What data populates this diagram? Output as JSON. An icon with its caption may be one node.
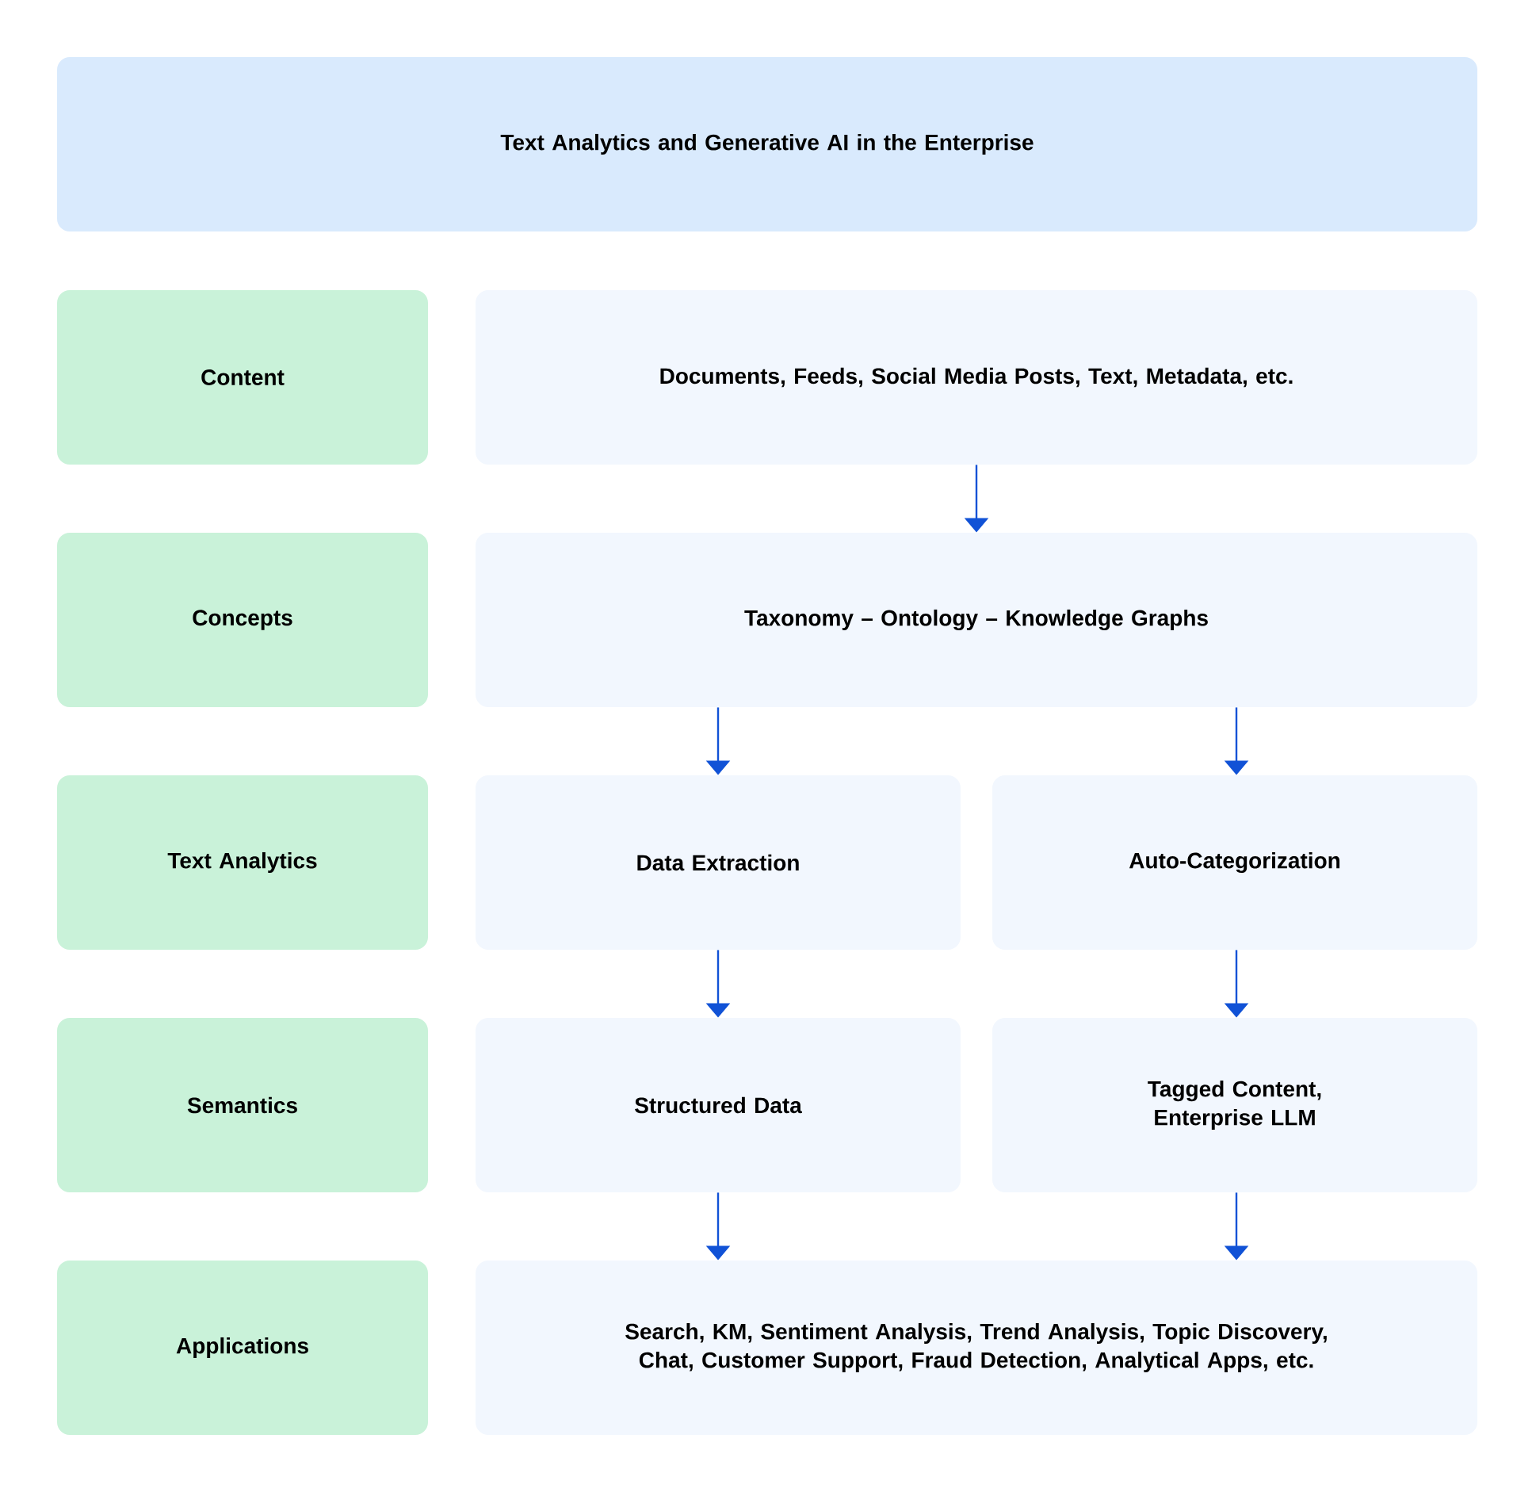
{
  "diagram": {
    "title": "Text Analytics and Generative AI in the Enterprise",
    "nodes": [
      {
        "text": [
          "Content"
        ]
      },
      {
        "text": [
          "Documents, Feeds, Social Media Posts, Text, Metadata, etc."
        ]
      },
      {
        "text": [
          "Concepts"
        ]
      },
      {
        "text": [
          "Taxonomy – Ontology – Knowledge Graphs"
        ]
      },
      {
        "text": [
          "Text Analytics"
        ]
      },
      {
        "text": [
          "Data Extraction"
        ]
      },
      {
        "text": [
          "Auto-Categorization"
        ]
      },
      {
        "text": [
          "Semantics"
        ]
      },
      {
        "text": [
          "Structured Data"
        ]
      },
      {
        "text": [
          "Tagged Content, Enterprise LLM"
        ]
      },
      {
        "text": [
          "Applications"
        ]
      },
      {
        "text": [
          "Search, KM, Sentiment Analysis, Trend Analysis, Topic Discovery, Chat, Customer Support, Fraud Detection, Analytical Apps, etc."
        ]
      }
    ],
    "edges": [
      {
        "from": 1,
        "to": 3,
        "arrow": "to"
      },
      {
        "from": 3,
        "to": 5,
        "arrow": "to"
      },
      {
        "from": 3,
        "to": 6,
        "arrow": "to"
      },
      {
        "from": 5,
        "to": 8,
        "arrow": "to"
      },
      {
        "from": 6,
        "to": 9,
        "arrow": "to"
      },
      {
        "from": 8,
        "to": 11,
        "arrow": "to"
      },
      {
        "from": 9,
        "to": 11,
        "arrow": "to"
      }
    ]
  }
}
